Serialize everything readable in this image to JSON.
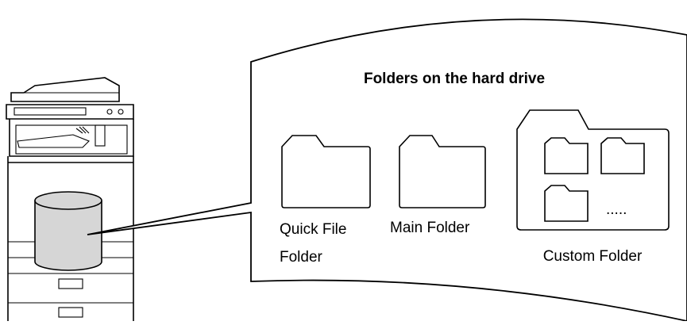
{
  "diagram": {
    "title": "Folders on the hard drive",
    "folders": {
      "quick_file": {
        "line1": "Quick File",
        "line2": "Folder"
      },
      "main": {
        "label": "Main Folder"
      },
      "custom": {
        "label": "Custom Folder",
        "ellipsis": "....."
      }
    }
  },
  "colors": {
    "drum_fill": "#d6d6d6",
    "line": "#000000",
    "background": "#ffffff"
  },
  "icons": [
    "printer-icon",
    "hard-drive-icon",
    "folder-icon"
  ]
}
